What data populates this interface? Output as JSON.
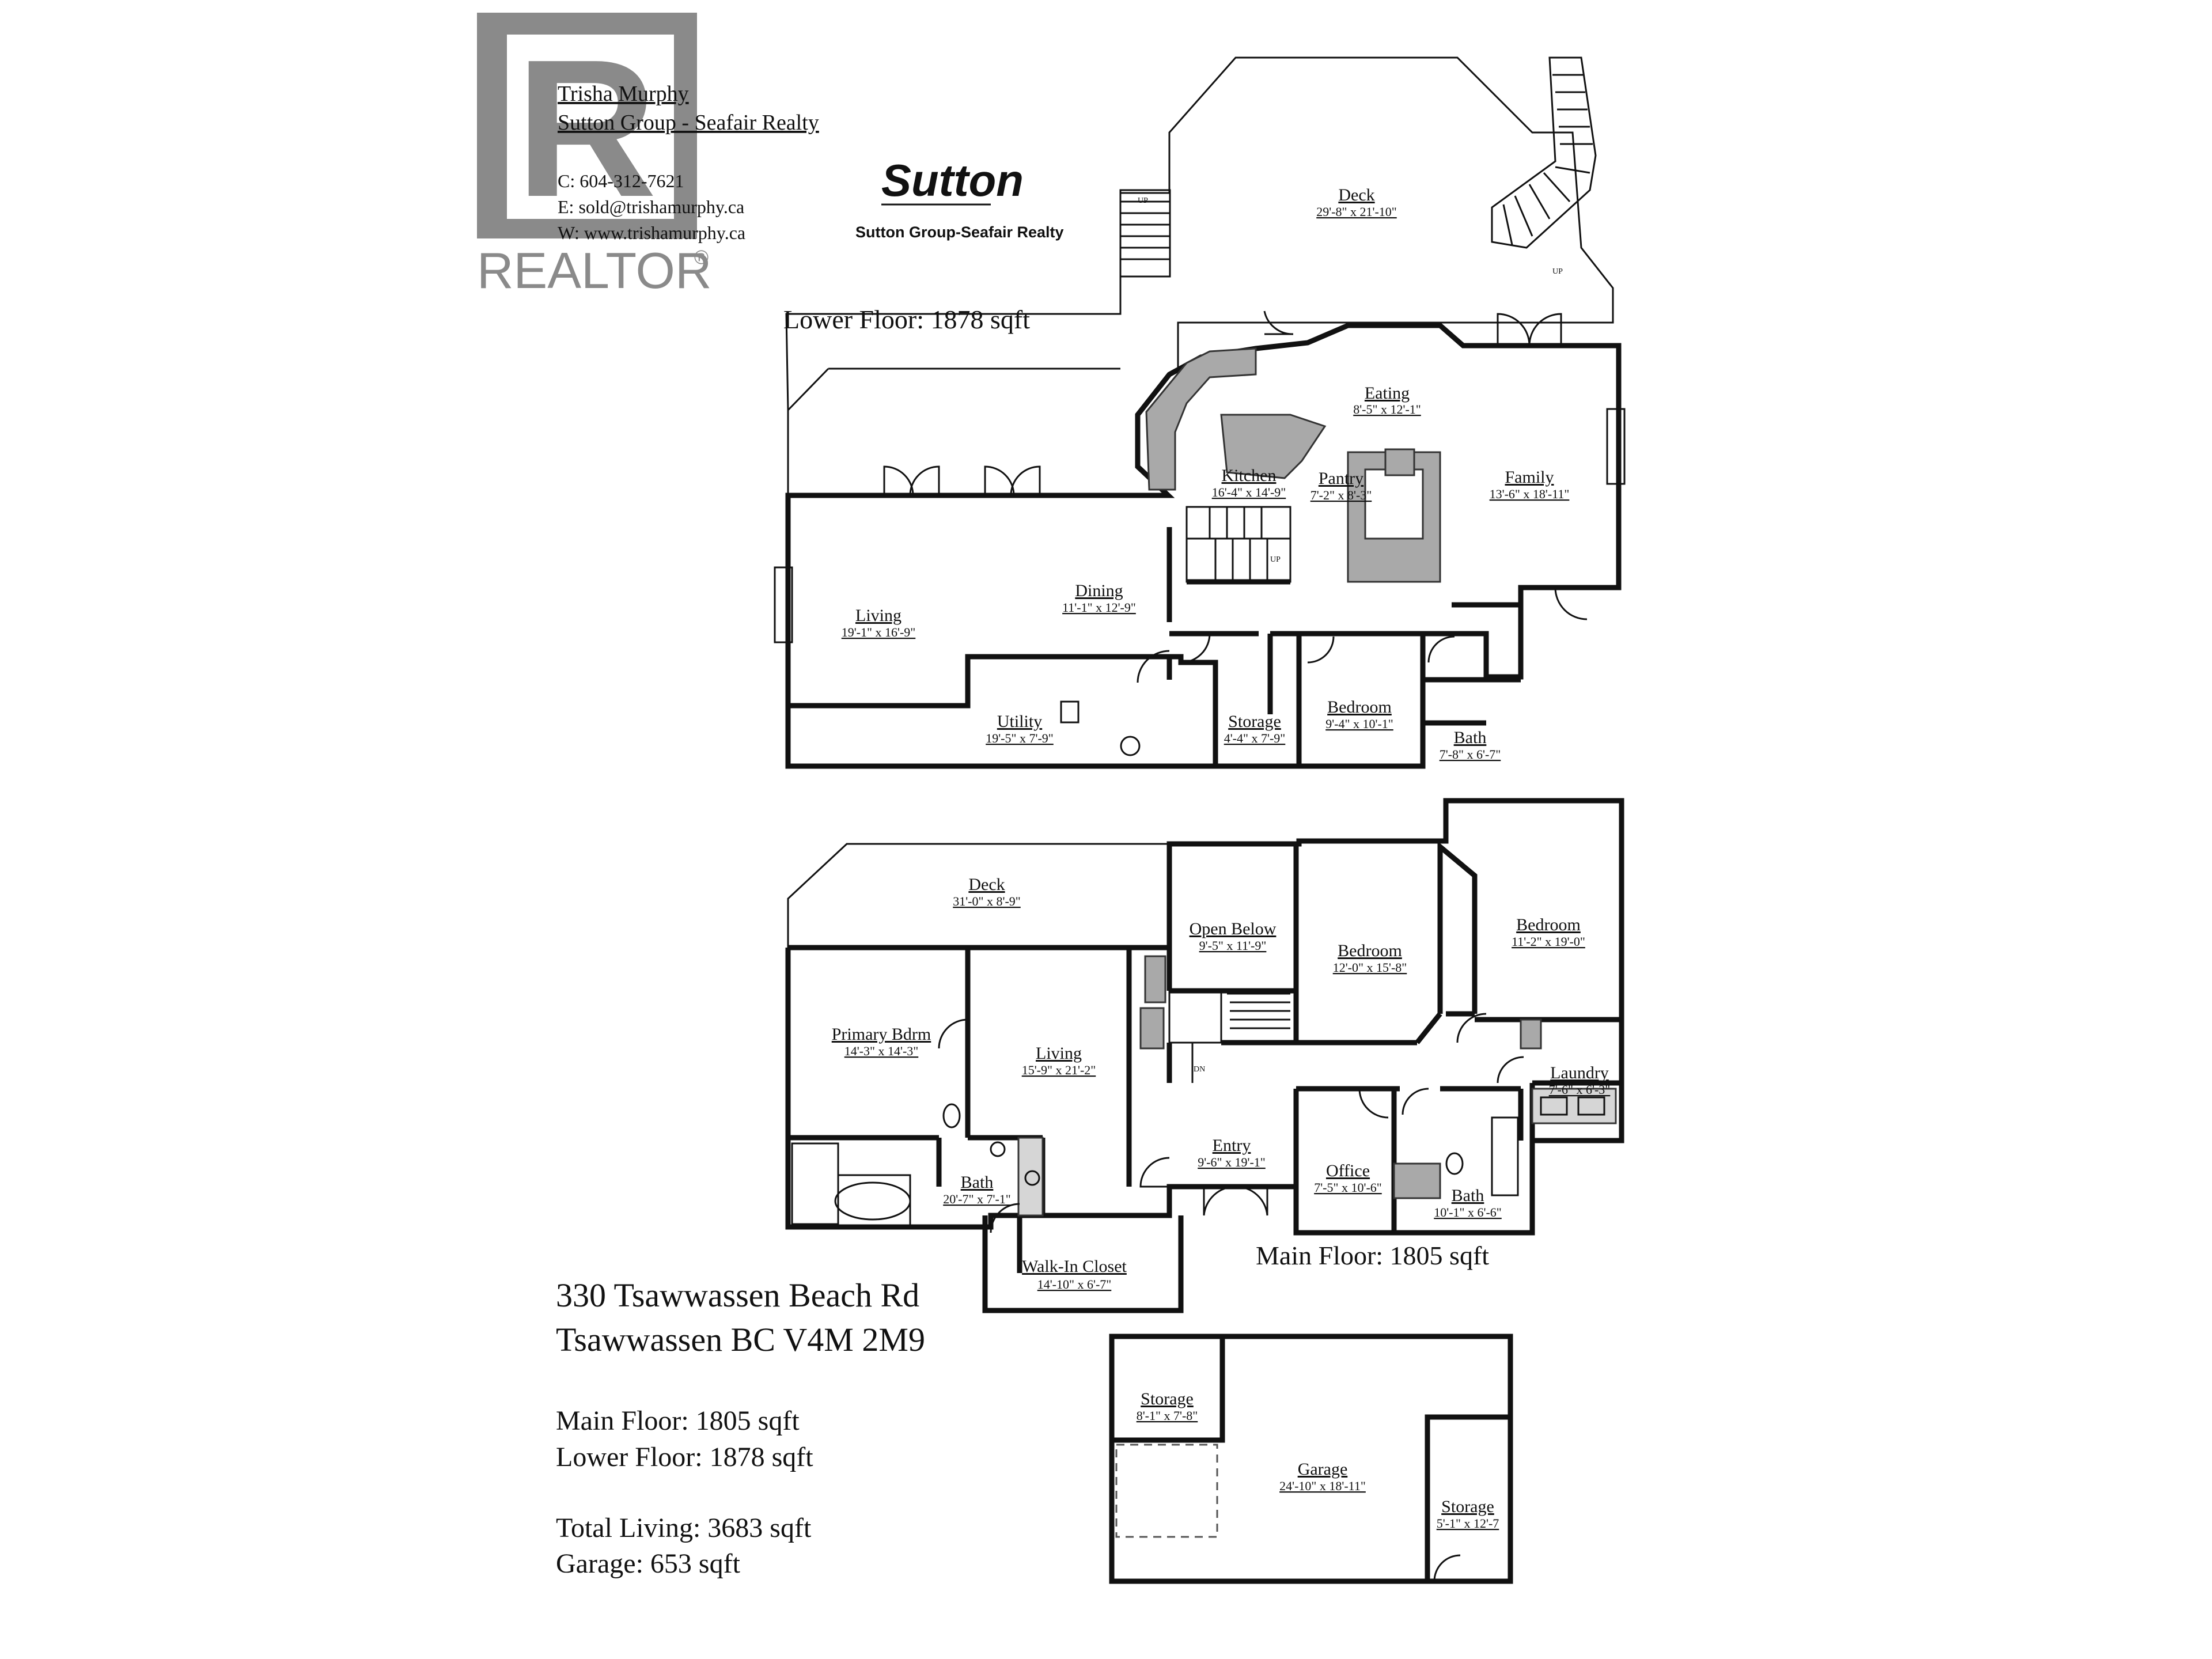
{
  "agent": {
    "name": "Trisha Murphy",
    "company": "Sutton Group - Seafair Realty",
    "phone": "C: 604-312-7621",
    "email": "E: sold@trishamurphy.ca",
    "web": "W: www.trishamurphy.ca"
  },
  "logos": {
    "realtor": "REALTOR",
    "realtor_mark": "®",
    "realtor_letter": "R",
    "sutton": "Sutton",
    "sutton_tagline": "Sutton Group-Seafair Realty"
  },
  "lower_floor": {
    "title": "Lower Floor: 1878 sqft",
    "rooms": [
      {
        "name": "Deck",
        "dim": "29'-8\" x 21'-10\""
      },
      {
        "name": "Eating",
        "dim": "8'-5\" x 12'-1\""
      },
      {
        "name": "Kitchen",
        "dim": "16'-4\" x 14'-9\""
      },
      {
        "name": "Pantry",
        "dim": "7'-2\" x 8'-3\""
      },
      {
        "name": "Family",
        "dim": "13'-6\" x 18'-11\""
      },
      {
        "name": "Dining",
        "dim": "11'-1\" x 12'-9\""
      },
      {
        "name": "Living",
        "dim": "19'-1\" x 16'-9\""
      },
      {
        "name": "Utility",
        "dim": "19'-5\" x 7'-9\""
      },
      {
        "name": "Storage",
        "dim": "4'-4\" x 7'-9\""
      },
      {
        "name": "Bedroom",
        "dim": "9'-4\" x 10'-1\""
      },
      {
        "name": "Bath",
        "dim": "7'-8\" x 6'-7\""
      }
    ]
  },
  "main_floor": {
    "title": "Main Floor: 1805 sqft",
    "rooms": [
      {
        "name": "Deck",
        "dim": "31'-0\" x 8'-9\""
      },
      {
        "name": "Open Below",
        "dim": "9'-5\" x 11'-9\""
      },
      {
        "name": "Bedroom",
        "dim": "12'-0\" x 15'-8\""
      },
      {
        "name": "Bedroom",
        "dim": "11'-2\" x 19'-0\""
      },
      {
        "name": "Primary Bdrm",
        "dim": "14'-3\" x 14'-3\""
      },
      {
        "name": "Living",
        "dim": "15'-9\" x 21'-2\""
      },
      {
        "name": "Laundry",
        "dim": "7'-6\" x 6'-3\""
      },
      {
        "name": "Entry",
        "dim": "9'-6\" x 19'-1\""
      },
      {
        "name": "Office",
        "dim": "7'-5\" x 10'-6\""
      },
      {
        "name": "Bath",
        "dim": "10'-1\" x 6'-6\""
      },
      {
        "name": "Bath",
        "dim": "20'-7\" x 7'-1\""
      },
      {
        "name": "Walk-In Closet",
        "dim": "14'-10\" x 6'-7\""
      }
    ]
  },
  "garage": {
    "rooms": [
      {
        "name": "Storage",
        "dim": "8'-1\" x 7'-8\""
      },
      {
        "name": "Garage",
        "dim": "24'-10\" x 18'-11\""
      },
      {
        "name": "Storage",
        "dim": "5'-1\" x 12'-7"
      }
    ]
  },
  "stair_labels": {
    "up": "UP",
    "dn": "DN"
  },
  "address": {
    "line1": "330 Tsawwassen Beach Rd",
    "line2": "Tsawwassen BC V4M 2M9"
  },
  "summary": {
    "main": "Main Floor: 1805 sqft",
    "lower": "Lower Floor: 1878 sqft",
    "total": "Total Living: 3683 sqft",
    "garage": "Garage: 653 sqft"
  },
  "colors": {
    "wall": "#111111",
    "fixture": "#a9a9a9",
    "realtor_logo": "#8a8a8a"
  }
}
